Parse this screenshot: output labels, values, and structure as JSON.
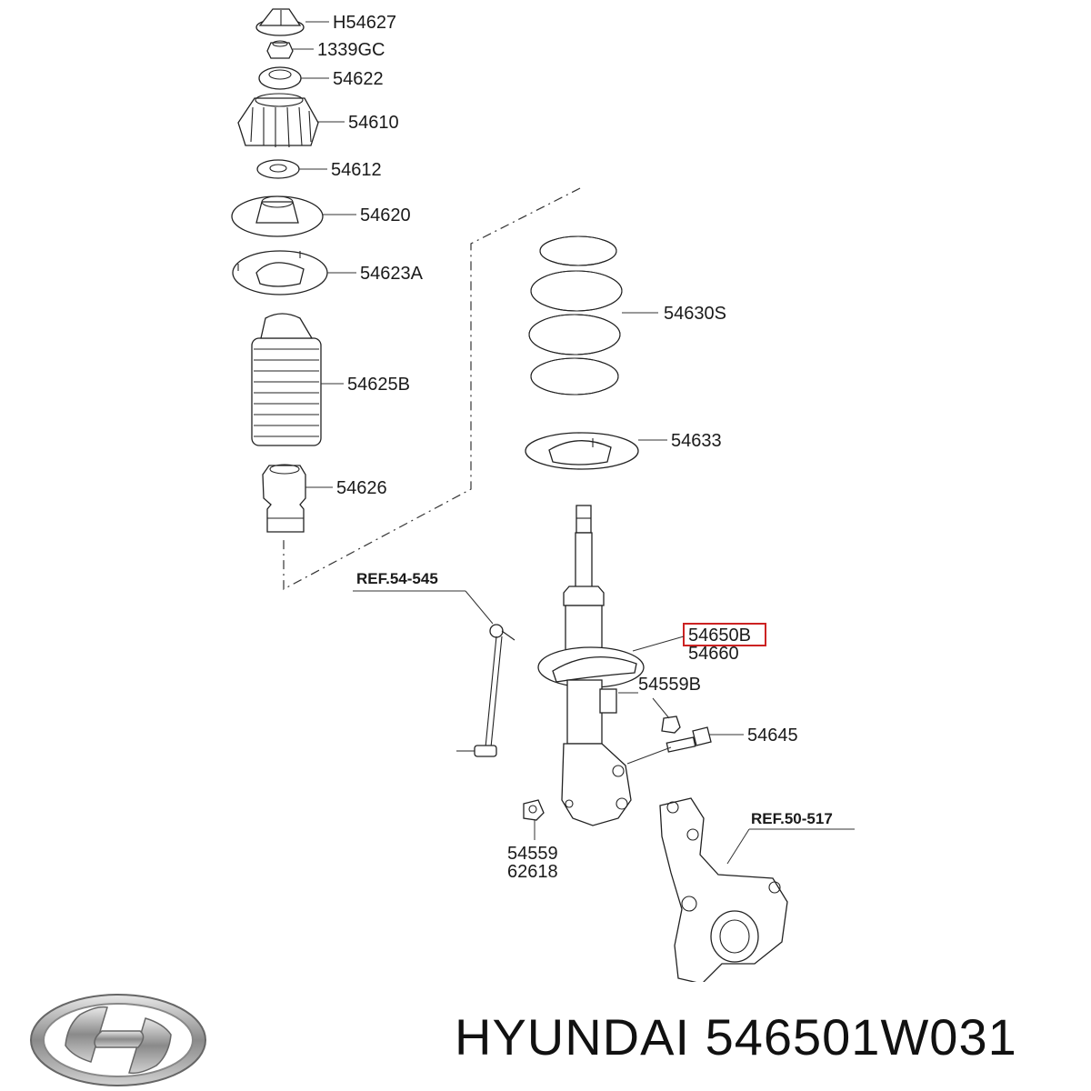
{
  "callouts": {
    "h54627": "H54627",
    "c1339gc": "1339GC",
    "p54622": "54622",
    "p54610": "54610",
    "p54612": "54612",
    "p54620": "54620",
    "p54623a": "54623A",
    "p54625b": "54625B",
    "p54626": "54626",
    "p54630s": "54630S",
    "p54633": "54633",
    "p54650b": "54650B",
    "p54660": "54660",
    "p54559b": "54559B",
    "p54645": "54645",
    "p54559": "54559",
    "p62618": "62618"
  },
  "references": {
    "stabilizer": "REF.54-545",
    "knuckle": "REF.50-517"
  },
  "highlight_color": "#cc2222",
  "brand": {
    "logo": "hyundai-logo-icon",
    "caption": "HYUNDAI 546501W031"
  }
}
